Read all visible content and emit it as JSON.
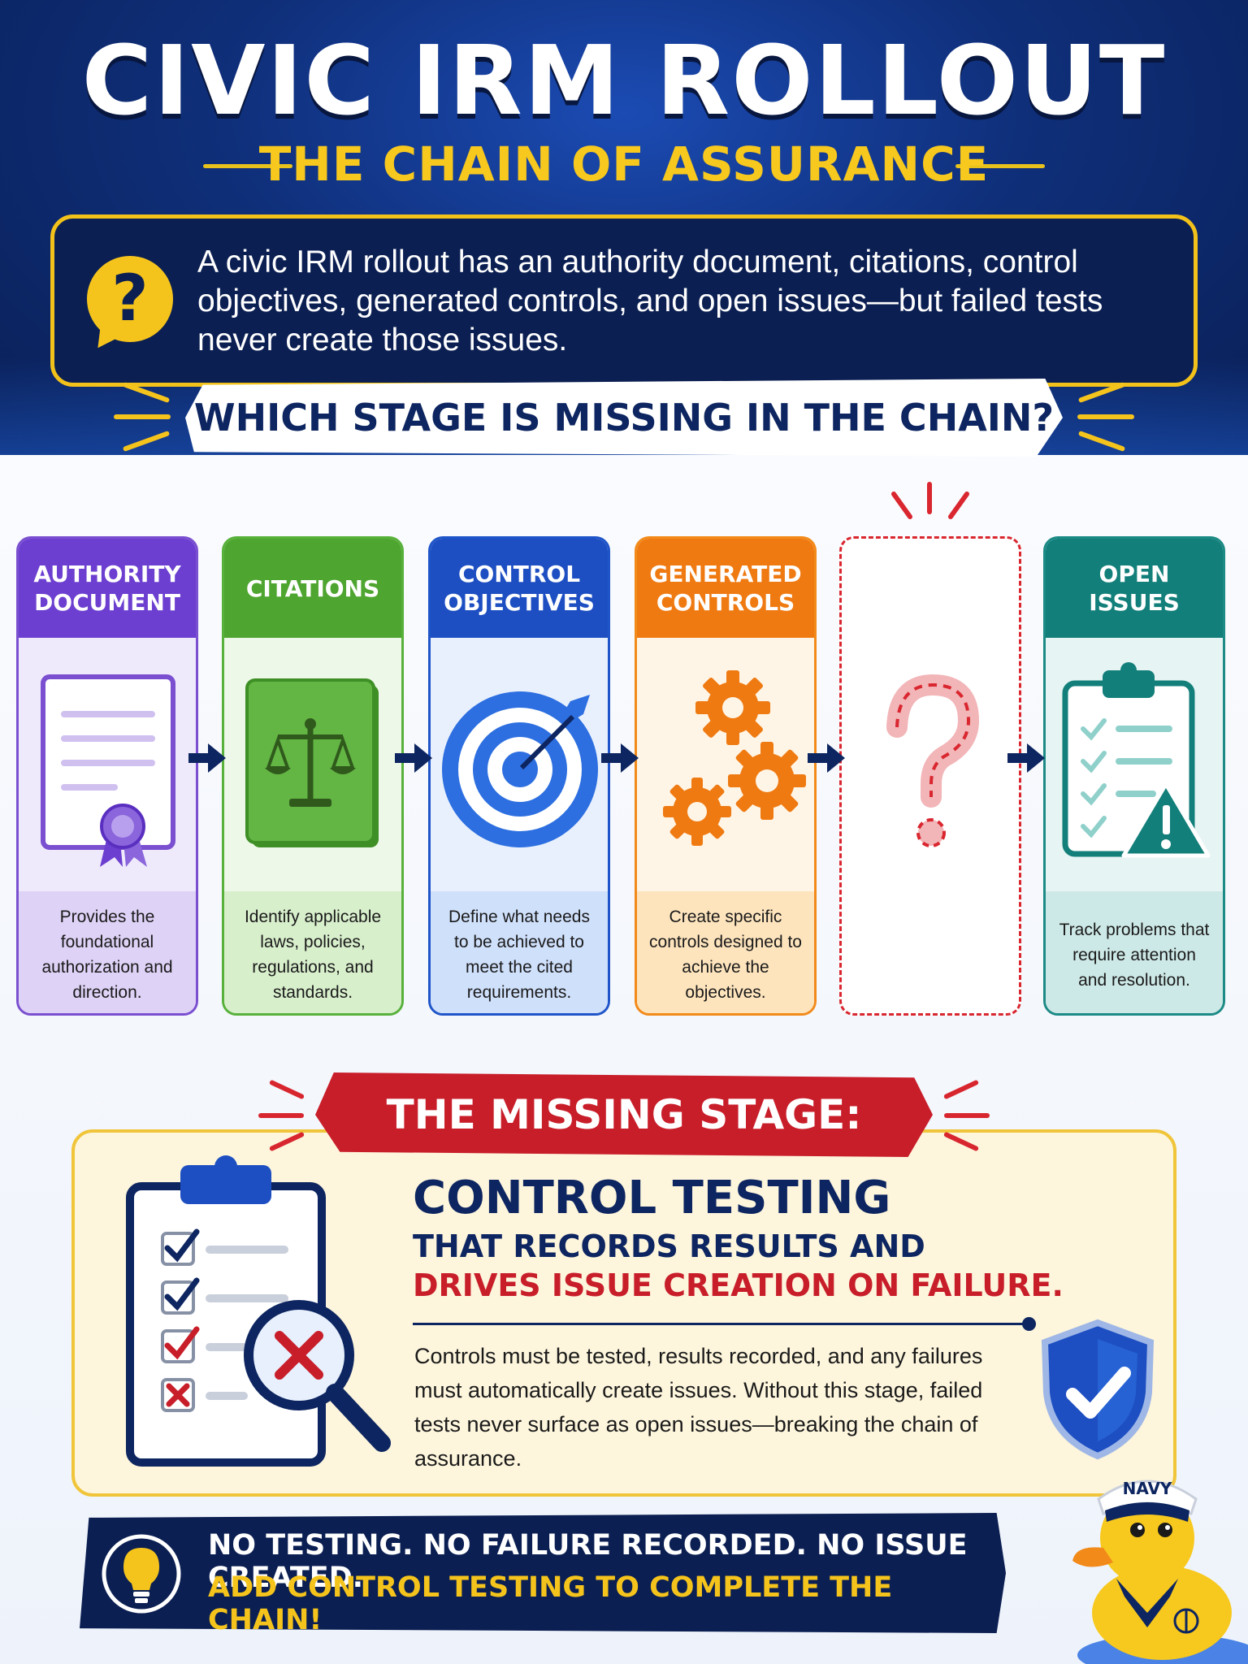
{
  "header": {
    "title": "CIVIC IRM ROLLOUT",
    "subtitle": "THE CHAIN OF ASSURANCE",
    "question": "A civic IRM rollout has an authority document, citations, control objectives, generated controls, and open issues—but failed tests never create those issues.",
    "prompt": "WHICH STAGE IS MISSING IN THE CHAIN?"
  },
  "stages": [
    {
      "title": "AUTHORITY DOCUMENT",
      "icon": "certificate-icon",
      "color": "#6c3fd0",
      "description": "Provides the foundational authorization and direction."
    },
    {
      "title": "CITATIONS",
      "icon": "scales-book-icon",
      "color": "#4ea52f",
      "description": "Identify applicable laws, policies, regulations, and standards."
    },
    {
      "title": "CONTROL OBJECTIVES",
      "icon": "target-icon",
      "color": "#1d4fc2",
      "description": "Define what needs to be achieved to meet the cited requirements."
    },
    {
      "title": "GENERATED CONTROLS",
      "icon": "gears-icon",
      "color": "#ef7a12",
      "description": "Create specific controls designed to achieve the objectives."
    },
    {
      "title": "",
      "icon": "question-mark-icon",
      "color": "#d9262f",
      "description": ""
    },
    {
      "title": "OPEN ISSUES",
      "icon": "clipboard-warning-icon",
      "color": "#137f7a",
      "description": "Track problems that require attention and resolution."
    }
  ],
  "missing": {
    "banner": "THE MISSING STAGE:",
    "title": "CONTROL TESTING",
    "subtitle_1": "THAT RECORDS RESULTS AND",
    "subtitle_2": "DRIVES ISSUE CREATION ON FAILURE.",
    "body": "Controls must be tested, results recorded, and any failures must automatically create issues. Without this stage, failed tests never surface as open issues—breaking the chain of assurance."
  },
  "footer": {
    "line_1": "NO TESTING. NO FAILURE RECORDED. NO ISSUE CREATED.",
    "line_2": "ADD CONTROL TESTING TO COMPLETE THE CHAIN!"
  },
  "mascot": {
    "hat_label": "NAVY"
  },
  "colors": {
    "navy": "#0b1f52",
    "gold": "#f5c41c",
    "red": "#c81e2a"
  }
}
